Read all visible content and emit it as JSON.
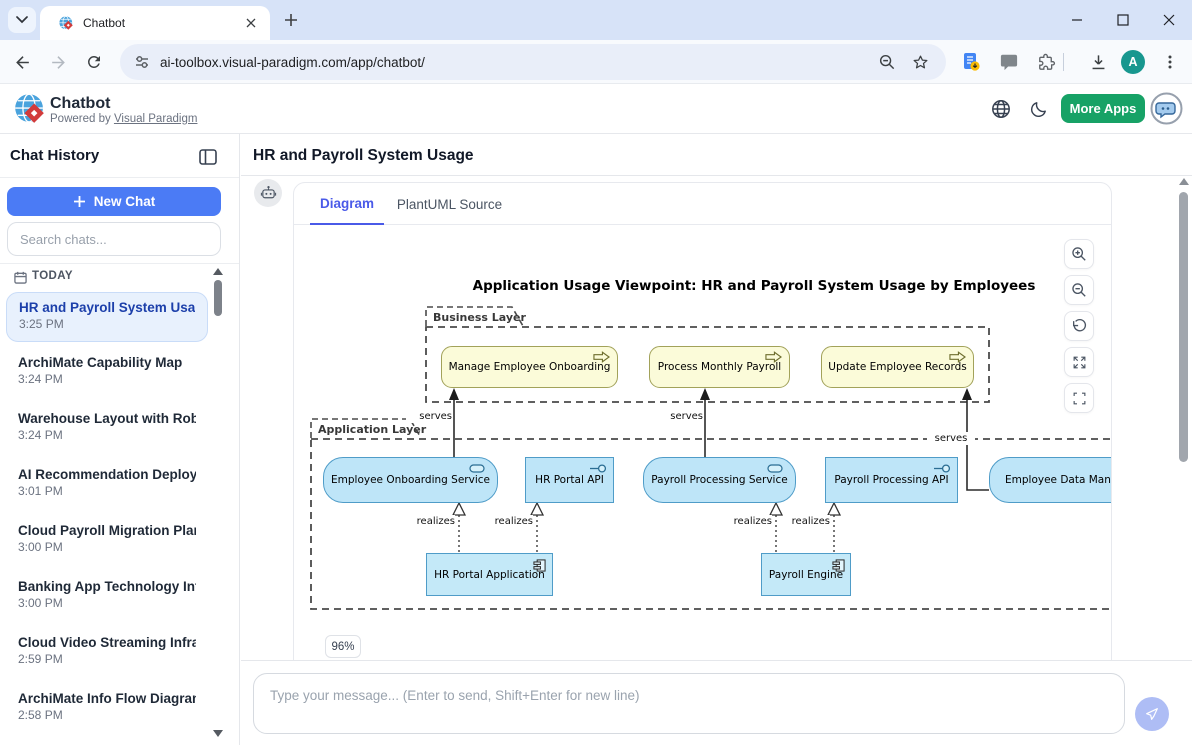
{
  "browser": {
    "tab_title": "Chatbot",
    "url": "ai-toolbox.visual-paradigm.com/app/chatbot/",
    "avatar_letter": "A"
  },
  "app_header": {
    "app_name": "Chatbot",
    "powered_by_prefix": "Powered by ",
    "powered_by_link": "Visual Paradigm",
    "more_apps_label": "More Apps"
  },
  "sidebar": {
    "title": "Chat History",
    "new_chat_label": "New Chat",
    "search_placeholder": "Search chats...",
    "section_label": "TODAY",
    "chats": [
      {
        "title": "HR and Payroll System Usage",
        "time": "3:25 PM",
        "selected": true
      },
      {
        "title": "ArchiMate Capability Map",
        "time": "3:24 PM",
        "selected": false
      },
      {
        "title": "Warehouse Layout with Rob...",
        "time": "3:24 PM",
        "selected": false
      },
      {
        "title": "AI Recommendation Deploy...",
        "time": "3:01 PM",
        "selected": false
      },
      {
        "title": "Cloud Payroll Migration Plan",
        "time": "3:00 PM",
        "selected": false
      },
      {
        "title": "Banking App Technology Int...",
        "time": "3:00 PM",
        "selected": false
      },
      {
        "title": "Cloud Video Streaming Infra...",
        "time": "2:59 PM",
        "selected": false
      },
      {
        "title": "ArchiMate Info Flow Diagram",
        "time": "2:58 PM",
        "selected": false
      }
    ]
  },
  "main": {
    "page_title": "HR and Payroll System Usage",
    "tabs": [
      {
        "label": "Diagram",
        "active": true
      },
      {
        "label": "PlantUML Source",
        "active": false
      }
    ],
    "zoom_badge": "96%"
  },
  "diagram": {
    "title": "Application Usage Viewpoint: HR and Payroll System Usage by Employees",
    "business_layer_label": "Business Layer",
    "application_layer_label": "Application Layer",
    "processes": [
      "Manage Employee Onboarding",
      "Process Monthly Payroll",
      "Update Employee Records"
    ],
    "services": [
      "Employee Onboarding Service",
      "Payroll Processing Service",
      "Employee Data Manag"
    ],
    "interfaces": [
      "HR Portal API",
      "Payroll Processing API"
    ],
    "components": [
      "HR Portal Application",
      "Payroll Engine"
    ],
    "labels": {
      "serves": "serves",
      "realizes": "realizes"
    }
  },
  "composer": {
    "placeholder": "Type your message... (Enter to send, Shift+Enter for new line)"
  },
  "colors": {
    "accent_blue": "#4b7bf5",
    "tab_active": "#4a5ae8",
    "more_apps_green": "#17a266",
    "selected_chat_bg": "#e8f1fd",
    "archimate_yellow": "#fbfbd9",
    "archimate_blue": "#bee5f8",
    "send_button": "#aebdf5",
    "titlebar": "#d7e3f8"
  }
}
